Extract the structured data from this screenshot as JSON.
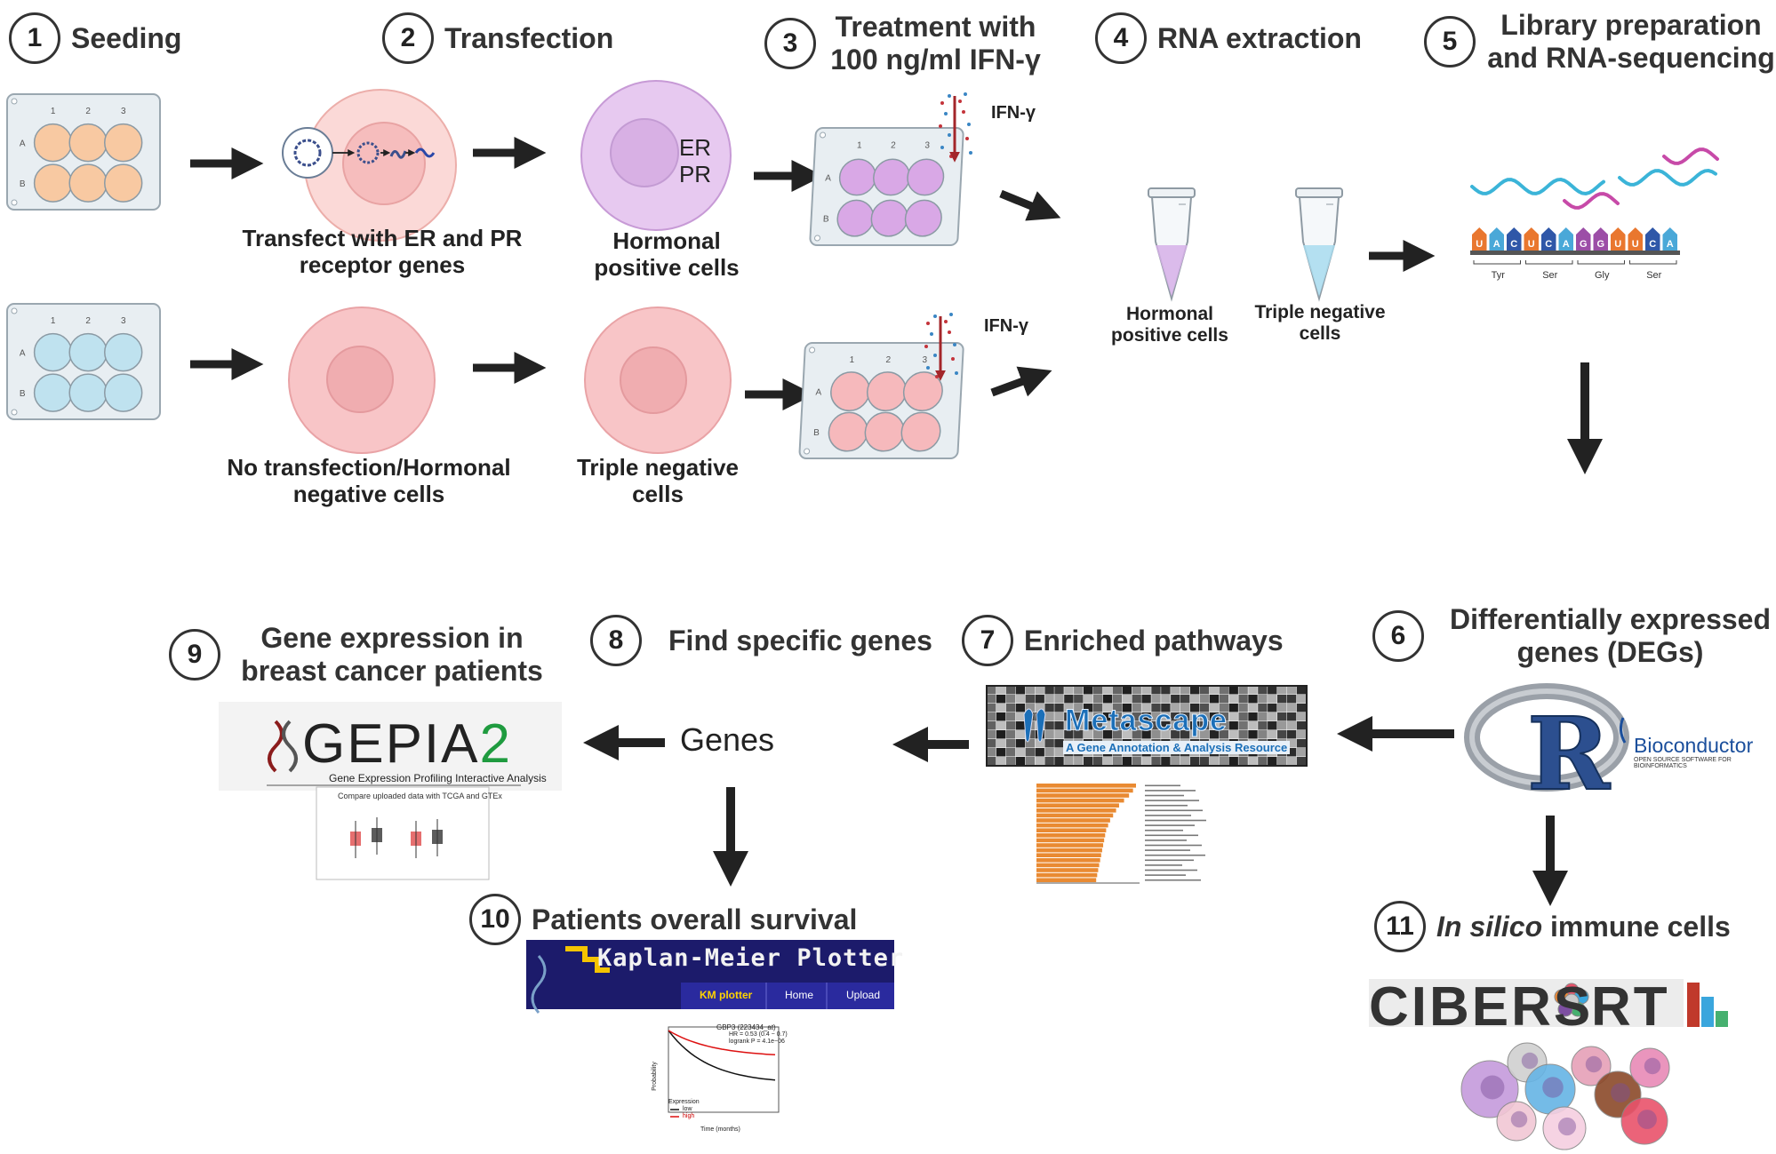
{
  "steps": [
    {
      "num": "1",
      "title": "Seeding"
    },
    {
      "num": "2",
      "title": "Transfection"
    },
    {
      "num": "3",
      "title": "Treatment with 100 ng/ml IFN-γ"
    },
    {
      "num": "4",
      "title": "RNA extraction"
    },
    {
      "num": "5",
      "title": "Library preparation and RNA-sequencing"
    },
    {
      "num": "6",
      "title": "Differentially expressed genes (DEGs)"
    },
    {
      "num": "7",
      "title": "Enriched pathways"
    },
    {
      "num": "8",
      "title": "Find specific genes"
    },
    {
      "num": "9",
      "title": "Gene expression in breast cancer patients"
    },
    {
      "num": "10",
      "title": "Patients overall survival"
    },
    {
      "num": "11",
      "title_italic": "In silico",
      "title_rest": "immune cells"
    }
  ],
  "plates": {
    "cols": [
      "1",
      "2",
      "3"
    ],
    "rows": [
      "A",
      "B"
    ]
  },
  "labels": {
    "transfect": "Transfect with ER and PR receptor genes",
    "hormonal_positive": "Hormonal positive cells",
    "no_transfection": "No transfection/Hormonal negative cells",
    "triple_negative": "Triple negative cells",
    "er": "ER",
    "pr": "PR",
    "ifn_top": "IFN-γ",
    "ifn_bottom": "IFN-γ",
    "tube_hormonal": "Hormonal positive cells",
    "tube_triple": "Triple negative cells",
    "genes": "Genes"
  },
  "sequencing": {
    "bases": [
      "U",
      "A",
      "C",
      "U",
      "C",
      "A",
      "G",
      "G",
      "U",
      "U",
      "C",
      "A"
    ],
    "amino_acids": [
      "Tyr",
      "Ser",
      "Gly",
      "Ser"
    ]
  },
  "logos": {
    "metascape_name": "Metascape",
    "metascape_tagline": "A Gene Annotation & Analysis Resource",
    "r_letter": "R",
    "bioconductor_name": "Bioconductor",
    "bioconductor_tagline": "OPEN SOURCE SOFTWARE FOR BIOINFORMATICS",
    "gepia_name": "GEPIA",
    "gepia_version": "2",
    "gepia_tagline": "Gene Expression Profiling Interactive Analysis",
    "gepia_compare": "Compare uploaded data with TCGA and GTEx",
    "km_title": "Kaplan-Meier Plotter",
    "km_nav": [
      "KM plotter",
      "Home",
      "Upload"
    ],
    "km_plot_title": "GBP3 (223434_at)",
    "km_hr": "HR = 0.53 (0.4 − 0.7)",
    "km_logrank": "logrank P = 4.1e−06",
    "km_xlabel": "Time (months)",
    "km_ylabel": "Probability",
    "km_legend_title": "Expression",
    "km_legend": [
      "low",
      "high"
    ],
    "cibersort_pre": "CIBERS",
    "cibersort_post": "RT"
  },
  "colors": {
    "peach": "#f8c9a2",
    "blue_well": "#bfe2ef",
    "purple_well": "#d9a8e6",
    "pink_well": "#f6b9bc",
    "arrow": "#222222",
    "ifn_arrow": "#a3262a",
    "metascape_blue": "#1b6fb8",
    "gepia_green": "#1f9b3f",
    "km_purple": "#1c1b6b",
    "bar_orange": "#e98a32"
  }
}
